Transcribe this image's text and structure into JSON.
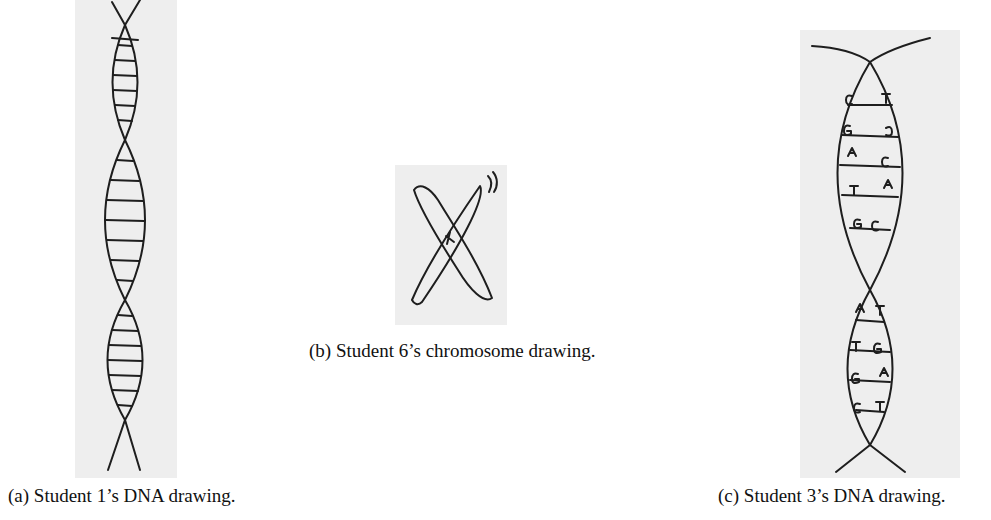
{
  "diagram": {
    "labels": [
      "(a) Student 1’s DNA drawing.",
      "(b) Student 6’s chromosome drawing.",
      "(c) Student 3’s DNA drawing."
    ]
  }
}
